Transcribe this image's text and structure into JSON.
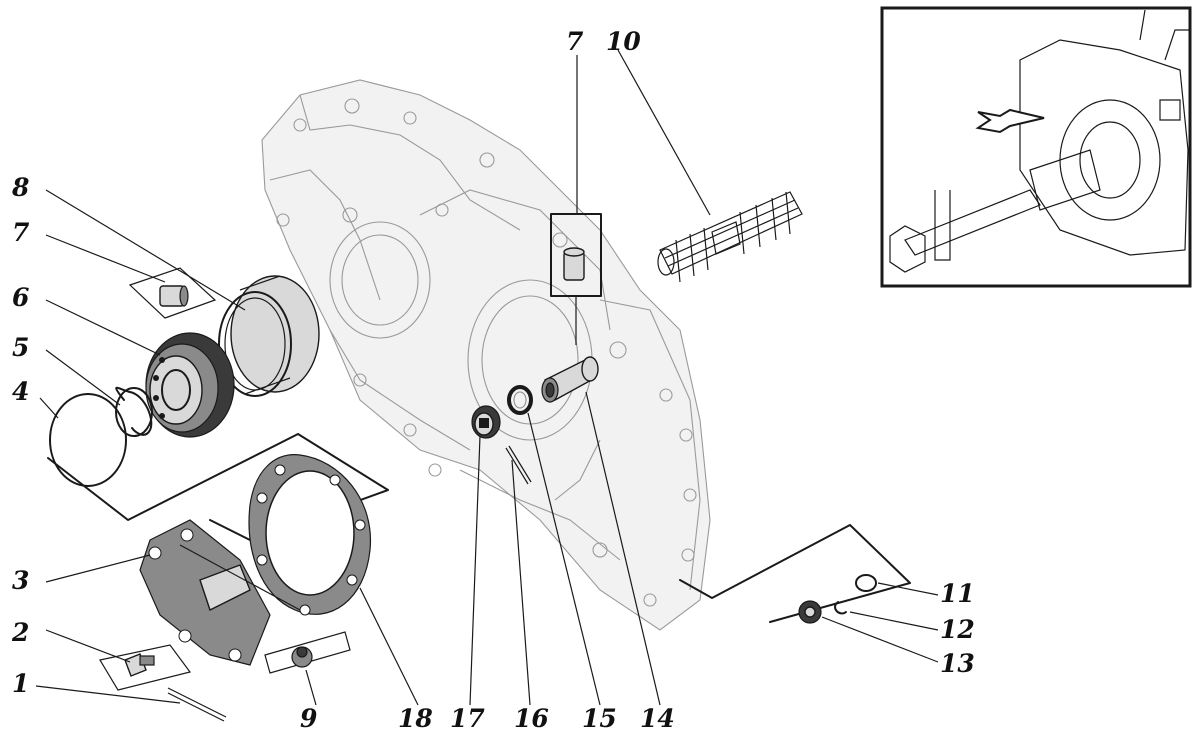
{
  "callouts": [
    {
      "id": "c1",
      "text": "1"
    },
    {
      "id": "c2",
      "text": "2"
    },
    {
      "id": "c3",
      "text": "3"
    },
    {
      "id": "c4",
      "text": "4"
    },
    {
      "id": "c5",
      "text": "5"
    },
    {
      "id": "c6",
      "text": "6"
    },
    {
      "id": "c7a",
      "text": "7"
    },
    {
      "id": "c7b",
      "text": "7"
    },
    {
      "id": "c8",
      "text": "8"
    },
    {
      "id": "c9",
      "text": "9"
    },
    {
      "id": "c10",
      "text": "10"
    },
    {
      "id": "c11",
      "text": "11"
    },
    {
      "id": "c12",
      "text": "12"
    },
    {
      "id": "c13",
      "text": "13"
    },
    {
      "id": "c14",
      "text": "14"
    },
    {
      "id": "c15",
      "text": "15"
    },
    {
      "id": "c16",
      "text": "16"
    },
    {
      "id": "c17",
      "text": "17"
    },
    {
      "id": "c18",
      "text": "18"
    }
  ],
  "colors": {
    "ink": "#1a1a1a",
    "ghost": "#9a9a9a",
    "background": "#ffffff"
  }
}
